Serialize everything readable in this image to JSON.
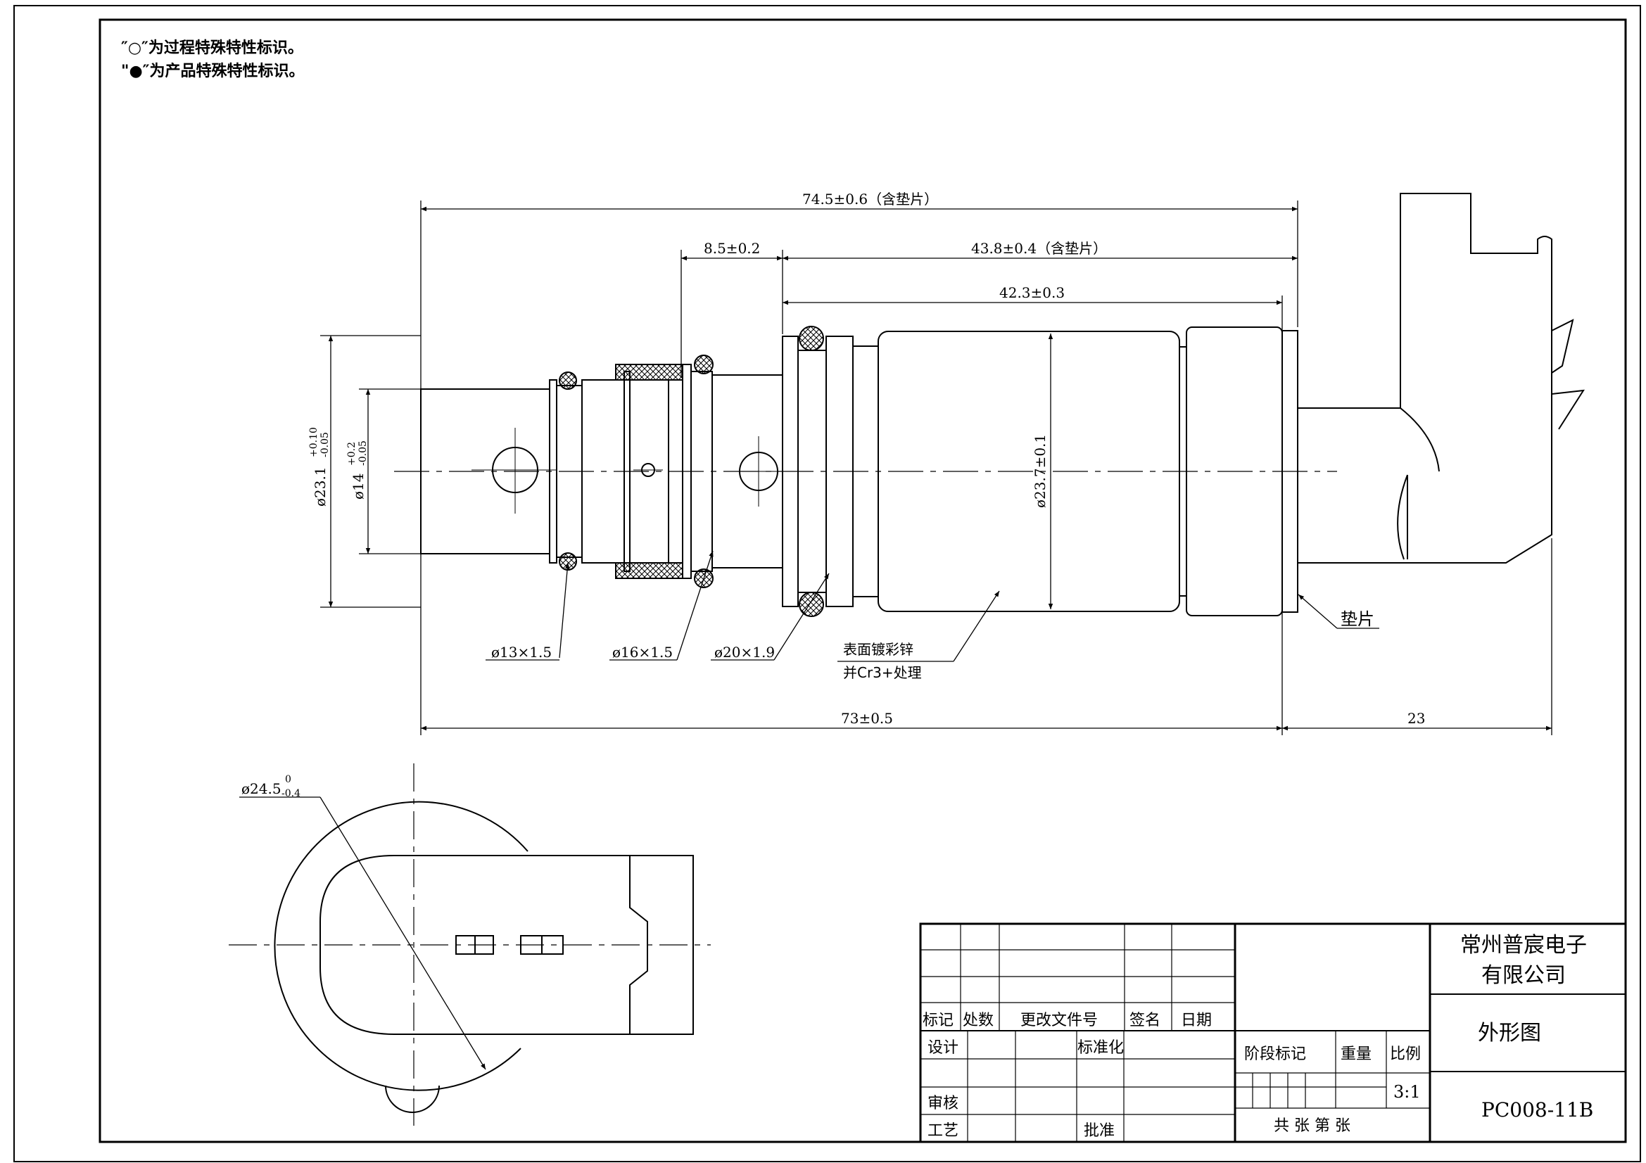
{
  "notes": {
    "process_mark": "″○″为过程特殊特性标识。",
    "product_mark": "\"●″为产品特殊特性标识。"
  },
  "dimensions": {
    "overall_length": "74.5±0.6（含垫片）",
    "front_length": "8.5±0.2",
    "body_length_with_shim": "43.8±0.4（含垫片）",
    "body_length": "42.3±0.3",
    "total_length": "73±0.5",
    "connector_length": "23",
    "outer_diameter": "ø23.1",
    "outer_diameter_tol_upper": "+0.10",
    "outer_diameter_tol_lower": "-0.05",
    "inner_diameter": "ø14",
    "inner_diameter_tol_upper": "+0.2",
    "inner_diameter_tol_lower": "-0.05",
    "body_diameter": "ø23.7±0.1",
    "oring_1": "ø13×1.5",
    "oring_2": "ø16×1.5",
    "oring_3": "ø20×1.9",
    "end_diameter": "ø24.5",
    "end_diameter_tol_upper": "0",
    "end_diameter_tol_lower": "-0.4"
  },
  "callouts": {
    "surface_line1": "表面镀彩锌",
    "surface_line2": "并Cr3+处理",
    "shim": "垫片"
  },
  "title_block": {
    "company_line1": "常州普宸电子",
    "company_line2": "有限公司",
    "drawing_title": "外形图",
    "drawing_number": "PC008-11B",
    "scale": "3:1",
    "sheet": "共 张 第 张",
    "hdr_mark": "标记",
    "hdr_count": "处数",
    "hdr_change_doc": "更改文件号",
    "hdr_sign": "签名",
    "hdr_date": "日期",
    "design": "设计",
    "standardize": "标准化",
    "review": "审核",
    "process": "工艺",
    "approve": "批准",
    "stage_mark": "阶段标记",
    "weight": "重量",
    "ratio": "比例"
  },
  "colors": {
    "line": "#000000",
    "paper": "#ffffff"
  }
}
